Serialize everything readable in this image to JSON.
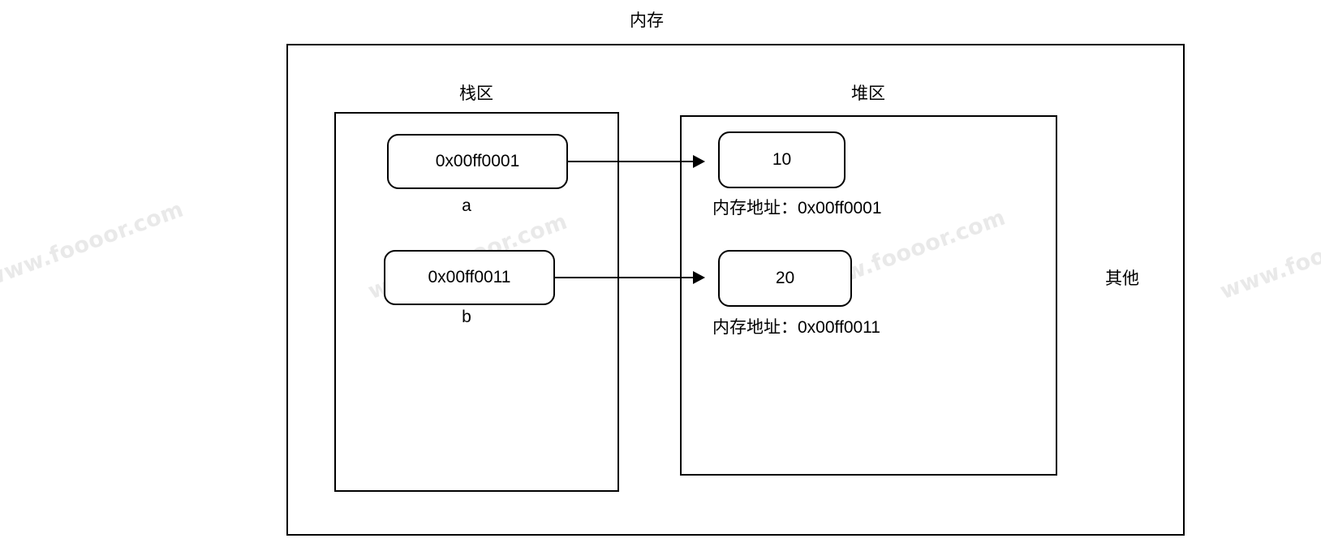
{
  "diagram": {
    "title": "内存",
    "regions": {
      "stack_label": "栈区",
      "heap_label": "堆区",
      "other_label": "其他"
    },
    "rows": [
      {
        "stack_cell_value": "0x00ff0001",
        "stack_var_name": "a",
        "heap_cell_value": "10",
        "heap_address_label": "内存地址：0x00ff0001"
      },
      {
        "stack_cell_value": "0x00ff0011",
        "stack_var_name": "b",
        "heap_cell_value": "20",
        "heap_address_label": "内存地址：0x00ff0011"
      }
    ],
    "watermark_text": "www.foooor.com",
    "colors": {
      "stroke": "#000000",
      "background": "#ffffff",
      "watermark": "#e9e9e9"
    }
  }
}
